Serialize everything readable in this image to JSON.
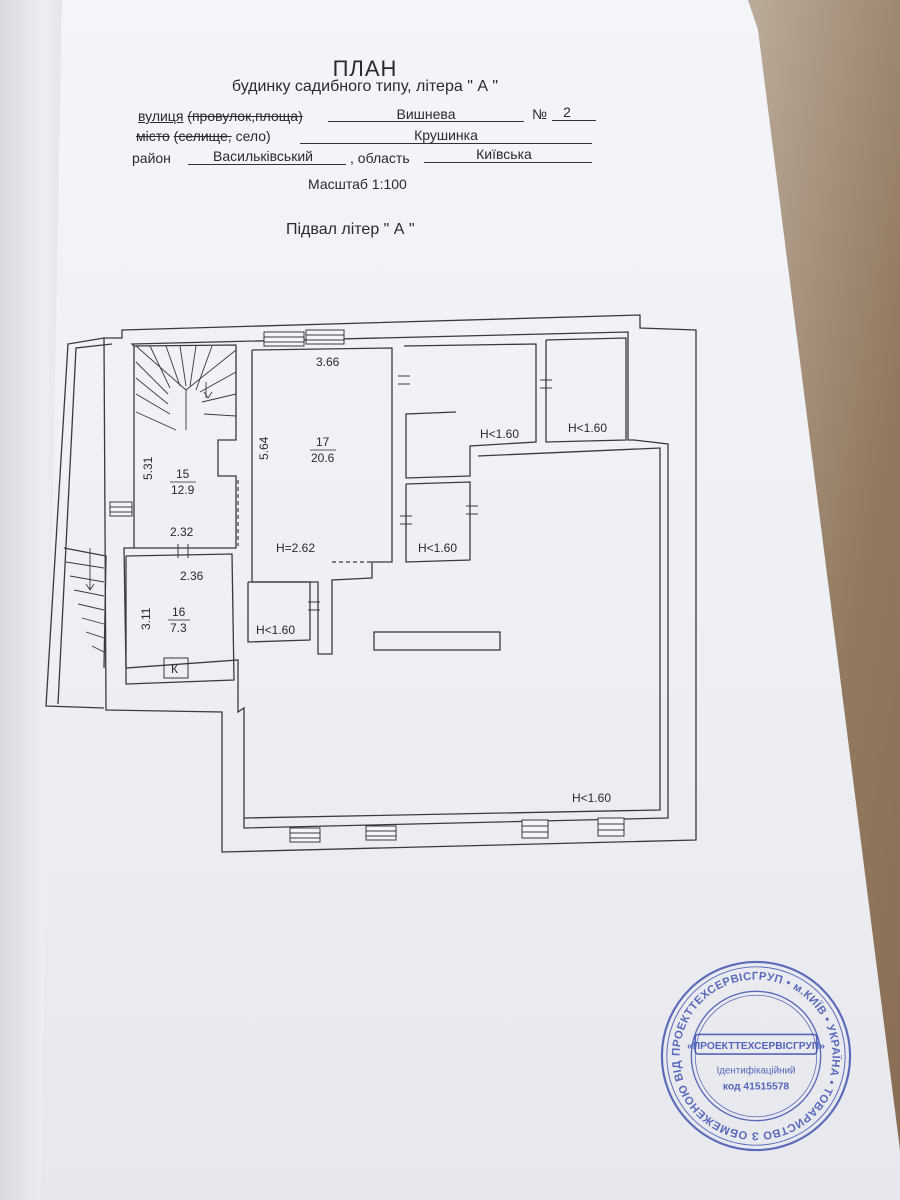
{
  "header": {
    "title": "ПЛАН",
    "subtitle": "будинку садибного типу, літера \" А \""
  },
  "address": {
    "street_label": "вулиця",
    "street_struck": "(провулок,площа)",
    "street_value": "Вишнева",
    "number_label": "№",
    "number_value": "2",
    "city_struck1": "місто",
    "city_struck2": "(селище,",
    "city_label": "село)",
    "city_value": "Крушинка",
    "district_label": "район",
    "district_value": "Васильківський",
    "region_label": ", область",
    "region_value": "Київська"
  },
  "scale": "Масштаб 1:100",
  "floor_title": "Підвал  літер \" А \"",
  "plan": {
    "room15": {
      "number": "15",
      "area": "12.9",
      "dim_height": "5.31",
      "dim_width": "2.32"
    },
    "room16": {
      "number": "16",
      "area": "7.3",
      "dim_height": "3.11",
      "dim_width": "2.36",
      "marker": "К"
    },
    "room17": {
      "number": "17",
      "area": "20.6",
      "dim_width": "3.66",
      "dim_height": "5.64",
      "ceiling": "H=2.62"
    },
    "heights": [
      "H<1.60",
      "H<1.60",
      "H<1.60",
      "H<1.60",
      "H<1.60"
    ]
  },
  "stamp": {
    "ring_text": "ПРОЕКТТЕХСЕРВІСГРУП • м.КИЇВ • УКРАЇНА • ТОВАРИСТВО З ОБМЕЖЕНОЮ ВІДПОВІДАЛЬНІСТЮ •",
    "center_name": "«ПРОЕКТТЕХСЕРВІСГРУП»",
    "id_label": "Ідентифікаційний",
    "code_label": "код 41515578"
  },
  "colors": {
    "paper": "#f1f2f5",
    "ink": "#2a2a2e",
    "stamp": "#3b4fb0"
  }
}
